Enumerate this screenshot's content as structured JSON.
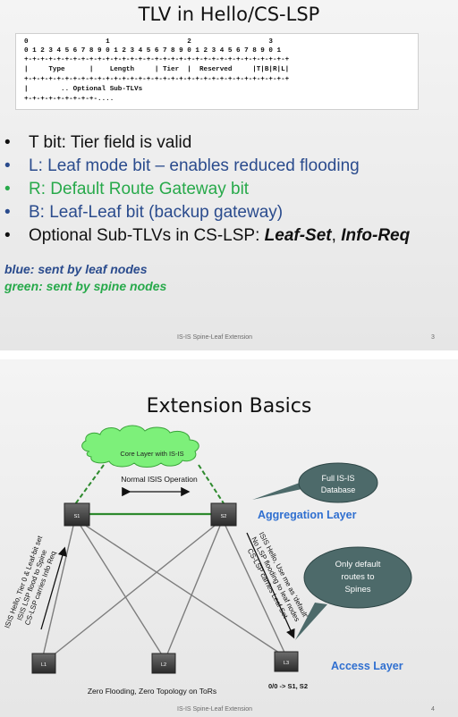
{
  "slide1": {
    "title": "TLV in Hello/CS-LSP",
    "code_lines": [
      "0                   1                   2                   3",
      "0 1 2 3 4 5 6 7 8 9 0 1 2 3 4 5 6 7 8 9 0 1 2 3 4 5 6 7 8 9 0 1",
      "+-+-+-+-+-+-+-+-+-+-+-+-+-+-+-+-+-+-+-+-+-+-+-+-+-+-+-+-+-+-+-+-+",
      "|     Type      |    Length     | Tier  |  Reserved     |T|B|R|L|",
      "+-+-+-+-+-+-+-+-+-+-+-+-+-+-+-+-+-+-+-+-+-+-+-+-+-+-+-+-+-+-+-+-+",
      "|        .. Optional Sub-TLVs",
      "+-+-+-+-+-+-+-+-+-...."
    ],
    "bullets": [
      {
        "marker": "•",
        "text": "T bit: Tier field is valid"
      },
      {
        "marker": "•",
        "text": "L: Leaf mode bit – enables reduced flooding"
      },
      {
        "marker": "•",
        "text": "R: Default Route Gateway bit"
      },
      {
        "marker": "•",
        "text": "B: Leaf-Leaf bit (backup gateway)"
      },
      {
        "marker": "•",
        "text_prefix": "Optional Sub-TLVs in CS-LSP: ",
        "emph1": "Leaf-Set",
        "sep": ", ",
        "emph2": "Info-Req"
      }
    ],
    "note_blue": "blue: sent by leaf nodes",
    "note_green": "green: sent by spine nodes",
    "footer": "IS-IS Spine-Leaf Extension",
    "page_number": "3",
    "colors": {
      "blue": "#2a4b8d",
      "green": "#27a94a"
    }
  },
  "slide2": {
    "title": "Extension Basics",
    "cloud_label": "Core Layer with IS-IS",
    "normal_op": "Normal ISIS Operation",
    "callout_db": [
      "Full IS-IS",
      "Database"
    ],
    "aggregation_label": "Aggregation Layer",
    "callout_routes": [
      "Only default",
      "routes to",
      "Spines"
    ],
    "access_label": "Access Layer",
    "nodes": {
      "s1": "S1",
      "s2": "S2",
      "l1": "L1",
      "l2": "L2",
      "l3": "L3"
    },
    "left_annotation": [
      "ISIS Hello, Tier 0 & Leaf-bit set",
      "ISIS LSP flood to Spine",
      "CS-LSP carries Info Req"
    ],
    "right_annotation": [
      "ISIS Hello, Use me as 'default'",
      "No LSP flooding to leaf nodes",
      "CS-LSP carries Leaf Set"
    ],
    "bottom_label": "Zero Flooding, Zero Topology on ToRs",
    "route_label": "0/0 -> S1, S2",
    "footer": "IS-IS Spine-Leaf Extension",
    "page_number": "4",
    "colors": {
      "cloud": "#7df07a",
      "callout": "#4d6a6a",
      "accent_blue": "#2f6fd0",
      "link_green": "#2d8a2d"
    }
  }
}
